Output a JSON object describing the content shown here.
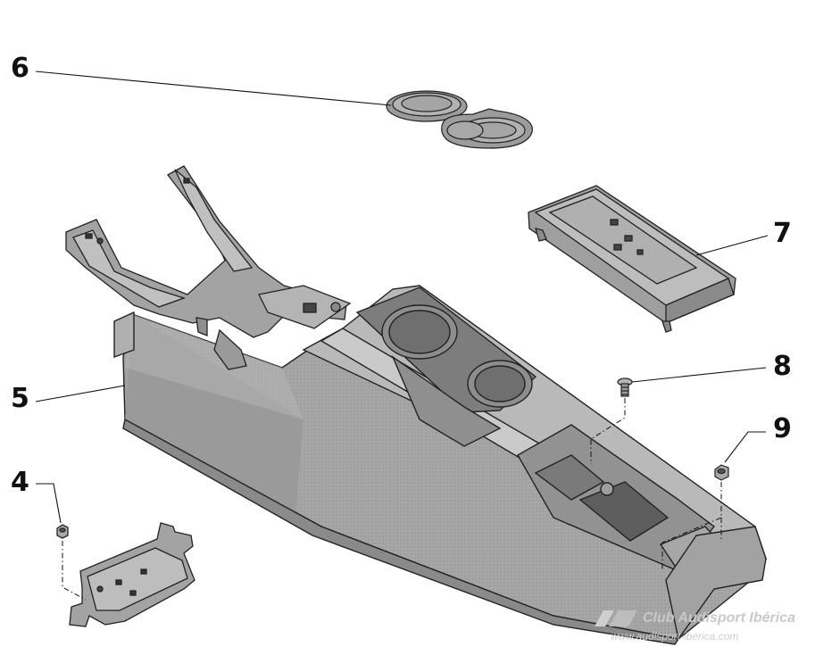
{
  "callouts": [
    {
      "label": "6"
    },
    {
      "label": "7"
    },
    {
      "label": "5"
    },
    {
      "label": "8"
    },
    {
      "label": "9"
    },
    {
      "label": "4"
    }
  ],
  "watermark": {
    "title": "Club Audisport Ibérica",
    "url": "www.audisport-iberica.com"
  },
  "colors": {
    "part_fill": "#a9a9a9",
    "part_light": "#c4c4c4",
    "part_dark": "#6f6f6f",
    "outline": "#222222",
    "leader": "#111111"
  }
}
